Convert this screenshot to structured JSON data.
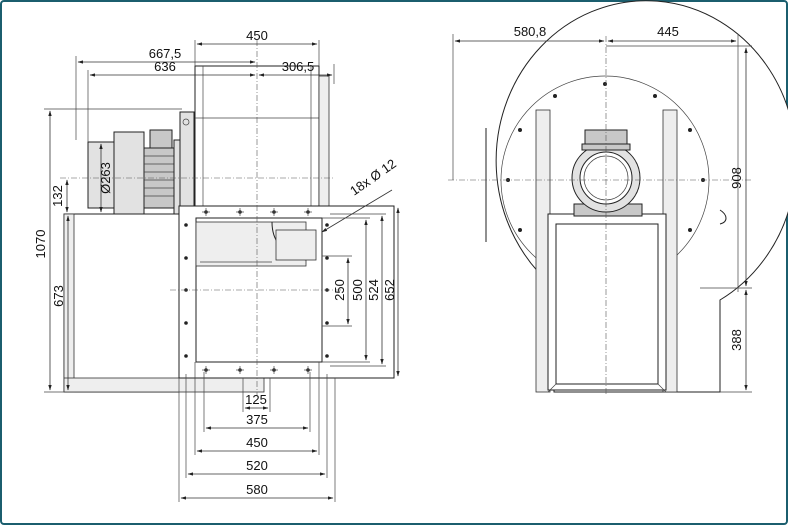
{
  "side_view": {
    "dims": {
      "top_width": "450",
      "overall_motor": "667,5",
      "motor_to_center": "636",
      "center_right": "306,5",
      "motor_diameter": "Ø263",
      "motor_axis_offset": "132",
      "total_height": "1070",
      "inlet_axis_height": "673",
      "holes_note": "18x Ø 12",
      "flange_inner_h": "250",
      "flange_h_500": "500",
      "flange_h_524": "524",
      "flange_h_652": "652",
      "bottom_125": "125",
      "bottom_375": "375",
      "bottom_450": "450",
      "bottom_520": "520",
      "bottom_580": "580"
    }
  },
  "front_view": {
    "dims": {
      "left_width": "580,8",
      "right_width": "445",
      "total_height": "908",
      "outlet_height": "388"
    }
  },
  "colors": {
    "frame": "#1b5e6e",
    "line": "#222222",
    "hatch": "#c8c8c8"
  }
}
